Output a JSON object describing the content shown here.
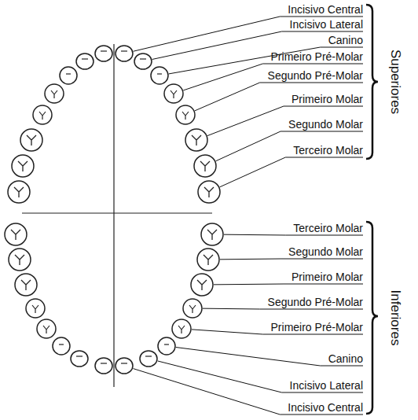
{
  "diagram": {
    "labels": [
      "Incisivo Central",
      "Incisivo Lateral",
      "Canino",
      "Primeiro Pré-Molar",
      "Segundo Pré-Molar",
      "Primeiro Molar",
      "Segundo Molar",
      "Terceiro Molar",
      "Superiores",
      "Terceiro Molar",
      "Segundo Molar",
      "Primeiro Molar",
      "Segundo Pré-Molar",
      "Primeiro Pré-Molar",
      "Canino",
      "Incisivo Lateral",
      "Incisivo Central",
      "Inferiores"
    ]
  }
}
